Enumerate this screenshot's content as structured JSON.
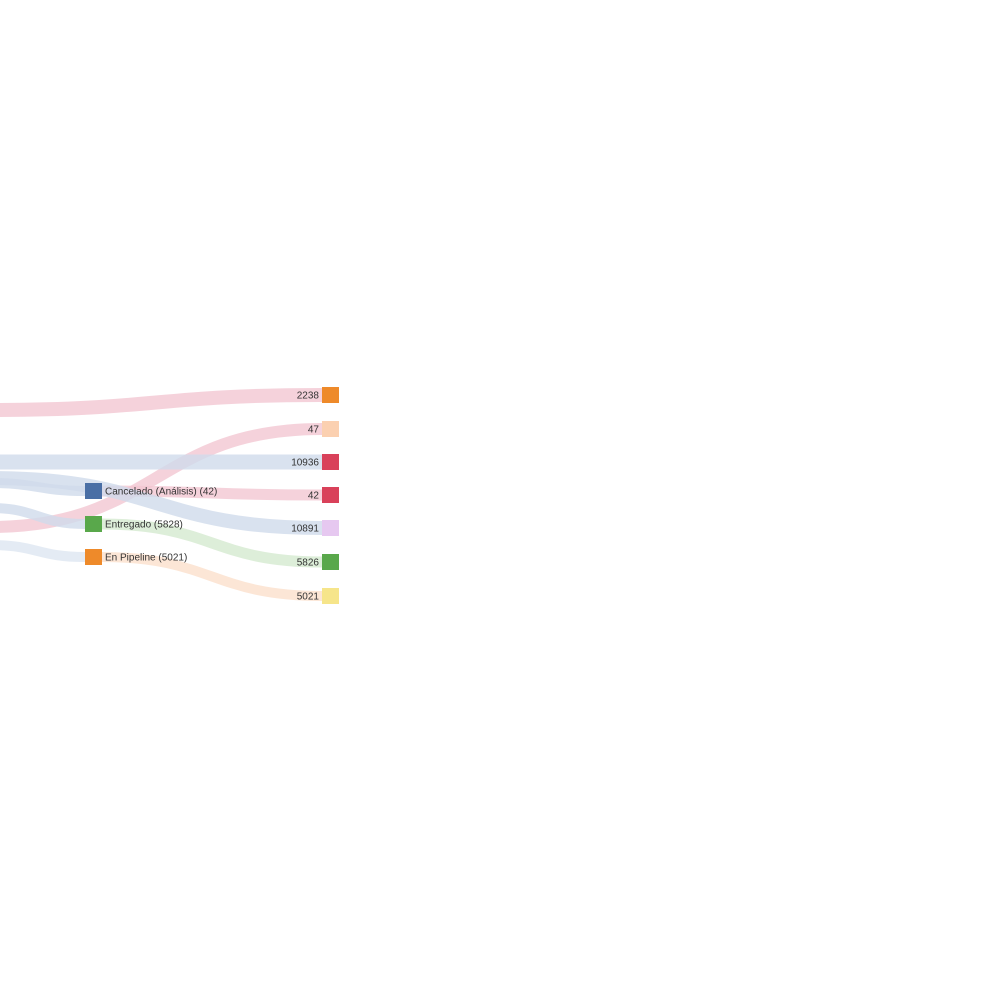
{
  "chart_data": {
    "type": "sankey",
    "middle_nodes": [
      {
        "id": "cancelado",
        "label": "Cancelado (Análisis) (42)",
        "color": "#4a6fa5"
      },
      {
        "id": "entregado",
        "label": "Entregado (5828)",
        "color": "#59a84b"
      },
      {
        "id": "pipeline",
        "label": "En Pipeline (5021)",
        "color": "#ee8a2a"
      }
    ],
    "target_nodes": [
      {
        "id": "t1",
        "value": "2238",
        "color": "#ee8a2a"
      },
      {
        "id": "t2",
        "value": "47",
        "color": "#fbd0b0"
      },
      {
        "id": "t3",
        "value": "10936",
        "color": "#d9415a"
      },
      {
        "id": "t4",
        "value": "42",
        "color": "#d9415a"
      },
      {
        "id": "t5",
        "value": "10891",
        "color": "#e6c8f0"
      },
      {
        "id": "t6",
        "value": "5826",
        "color": "#59a84b"
      },
      {
        "id": "t7",
        "value": "5021",
        "color": "#f6e58a"
      }
    ],
    "flows": [
      {
        "from": "left",
        "to": "t1",
        "color": "#f3c7d2"
      },
      {
        "from": "left",
        "to": "t2",
        "color": "#f3c7d2"
      },
      {
        "from": "left",
        "to": "t3",
        "color": "#cfdbeb"
      },
      {
        "from": "cancelado",
        "to": "t4",
        "color": "#f3c7d2"
      },
      {
        "from": "left",
        "to": "t5",
        "color": "#cfdbeb"
      },
      {
        "from": "entregado",
        "to": "t6",
        "color": "#d4ead0"
      },
      {
        "from": "pipeline",
        "to": "t7",
        "color": "#fbe0cc"
      },
      {
        "from": "left",
        "to": "cancelado",
        "color": "#cfdbeb"
      },
      {
        "from": "left",
        "to": "entregado",
        "color": "#cfdbeb"
      },
      {
        "from": "left",
        "to": "pipeline",
        "color": "#dde6f1"
      }
    ]
  }
}
